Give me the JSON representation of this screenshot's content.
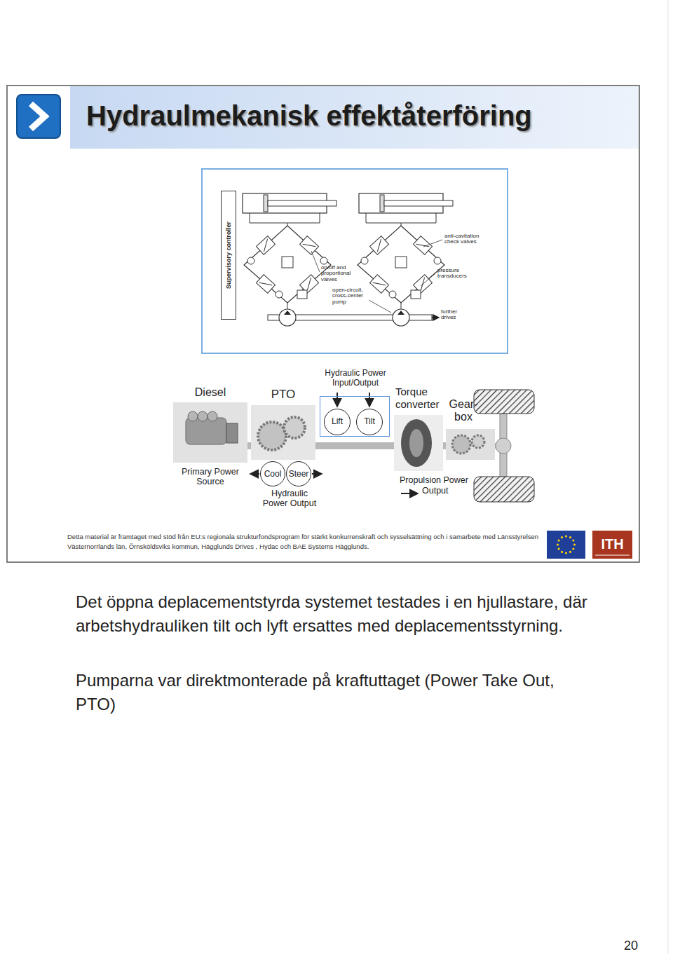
{
  "diagram": {
    "title": "Hydraulmekanisk effektåterföring",
    "nodes": [
      {
        "text": [
          "Supervisory controller"
        ]
      },
      {
        "text": [
          "Diesel",
          "Primary Power Source"
        ]
      },
      {
        "text": [
          "PTO"
        ]
      },
      {
        "text": [
          "Hydraulic Power Input/Output"
        ]
      },
      {
        "text": [
          "Lift"
        ],
        "in": 3
      },
      {
        "text": [
          "Tilt"
        ],
        "in": 3
      },
      {
        "text": [
          "Torque converter"
        ]
      },
      {
        "text": [
          "Gear- box"
        ]
      },
      {
        "text": [
          "Cool"
        ]
      },
      {
        "text": [
          "Steer"
        ]
      }
    ],
    "edges": [
      {
        "from": 1,
        "to": 2,
        "arrow": "none"
      },
      {
        "from": 2,
        "to": 6,
        "arrow": "none"
      },
      {
        "from": 6,
        "to": 7,
        "arrow": "none"
      }
    ],
    "labels": [
      "on/off and proportional valves",
      "open-circuit, cross-center pump",
      "anti-cavitation check valves",
      "pressure transducers",
      "further drives",
      "Hydraulic Power Output",
      "Propulsion Power Output",
      "Detta material är framtaget med stöd från EU:s regionala strukturfondsprogram för stärkt konkurrenskraft och sysselsättning och i samarbete med Länsstyrelsen Västernorrlands län, Örnsköldsviks kommun, Hägglunds Drives , Hydac och BAE Systems Hägglunds.",
      "ITH",
      "Det öppna deplacementstyrda systemet testades i en hjullastare, där arbetshydrauliken tilt och lyft ersattes med deplacementsstyrning.",
      "Pumparna var direktmonterade på kraftuttaget (Power Take Out, PTO)",
      "20"
    ]
  }
}
